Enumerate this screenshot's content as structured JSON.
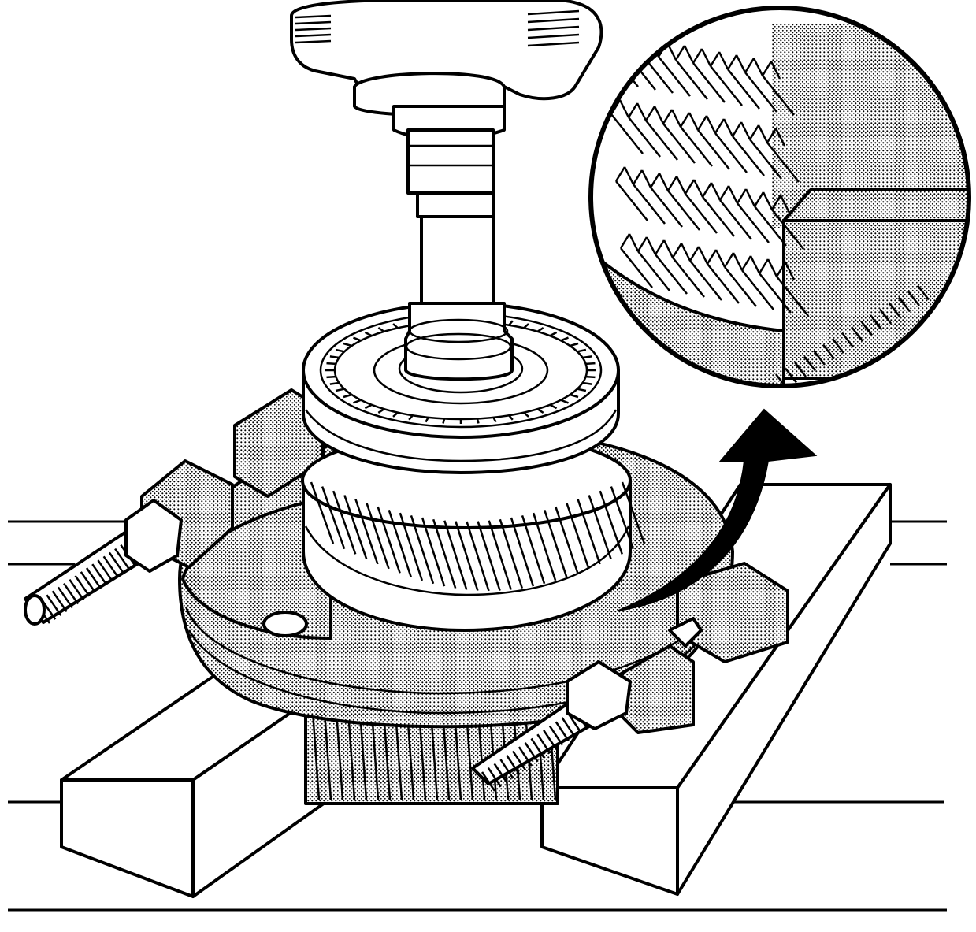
{
  "figure": {
    "type": "technical-line-illustration",
    "components": [
      {
        "id": "press-ram",
        "icon": "hydraulic-press-icon"
      },
      {
        "id": "press-adapter",
        "icon": "press-adapter-icon"
      },
      {
        "id": "synchronizer-assembly",
        "icon": "synchronizer-ring-icon"
      },
      {
        "id": "helical-gear",
        "icon": "helical-gear-icon"
      },
      {
        "id": "bearing-separator",
        "icon": "bearing-separator-icon"
      },
      {
        "id": "separator-bolt-left",
        "icon": "threaded-rod-icon"
      },
      {
        "id": "separator-bolt-right",
        "icon": "threaded-rod-icon"
      },
      {
        "id": "lower-gear-cluster",
        "icon": "gear-cluster-icon"
      },
      {
        "id": "support-block-left",
        "icon": "wood-block-icon"
      },
      {
        "id": "support-block-right",
        "icon": "wood-block-icon"
      },
      {
        "id": "detail-inset",
        "icon": "magnifier-inset-icon"
      },
      {
        "id": "lift-direction-arrow",
        "icon": "curved-arrow-icon"
      }
    ],
    "colors": {
      "line": "#000000",
      "paper": "#ffffff",
      "shade": "#c8c8c8"
    },
    "hatching": true,
    "text_labels": []
  }
}
